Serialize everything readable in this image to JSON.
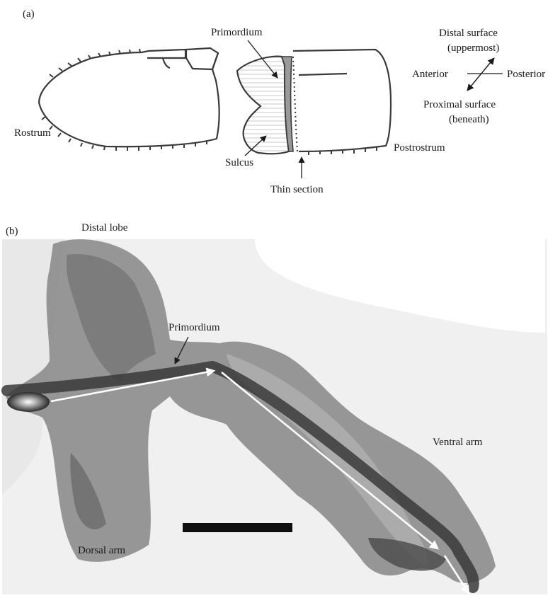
{
  "panel_a": {
    "panel_label": "(a)",
    "labels": {
      "primordium": "Primordium",
      "rostrum": "Rostrum",
      "sulcus": "Sulcus",
      "thin_section": "Thin section",
      "postrostrum": "Postrostrum"
    },
    "orientation": {
      "distal_line1": "Distal surface",
      "distal_line2": "(uppermost)",
      "anterior": "Anterior",
      "posterior": "Posterior",
      "proximal_line1": "Proximal surface",
      "proximal_line2": "(beneath)"
    }
  },
  "panel_b": {
    "panel_label": "(b)",
    "labels": {
      "distal_lobe": "Distal lobe",
      "primordium": "Primordium",
      "ventral_arm": "Ventral arm",
      "dorsal_arm": "Dorsal arm"
    }
  },
  "colors": {
    "ink": "#1a1a1a",
    "section_gray": "#9a9a9a",
    "otolith_dark": "#5a5a5a",
    "otolith_light": "#c9c9c9",
    "background_gray": "#ececec",
    "arrow_white": "#ffffff"
  }
}
